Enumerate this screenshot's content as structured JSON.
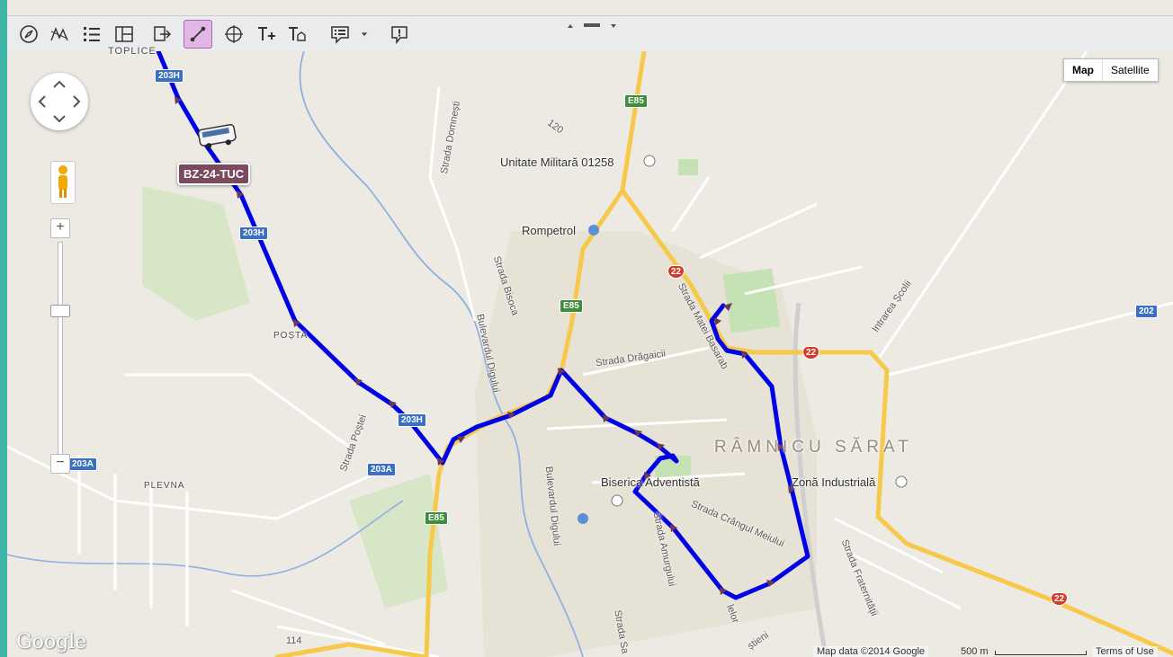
{
  "toolbar": {
    "buttons": [
      {
        "icon": "compass-icon"
      },
      {
        "icon": "route-graph-icon"
      },
      {
        "icon": "list-icon"
      },
      {
        "icon": "layout-icon"
      },
      {
        "icon": "export-icon"
      },
      {
        "icon": "draw-route-icon",
        "active": true
      },
      {
        "icon": "crosshair-icon"
      },
      {
        "icon": "text-add-icon"
      },
      {
        "icon": "text-shape-icon"
      },
      {
        "icon": "message-list-icon"
      },
      {
        "icon": "dropdown-arrow-icon"
      },
      {
        "icon": "alert-message-icon"
      }
    ],
    "active_color": "#e2b7e6"
  },
  "map_type": {
    "map": "Map",
    "satellite": "Satellite",
    "selected": "Map"
  },
  "vehicle": {
    "label": "BZ-24-TUC"
  },
  "places": {
    "city": "RÂMNICU SĂRAT",
    "military_unit": "Unitate Militară 01258",
    "rompetrol": "Rompetrol",
    "church": "Biserica Adventistă",
    "industrial": "Zonă Industrială",
    "plevna": "PLEVNA",
    "posta": "POȘTA",
    "topliceni": "TOPLICE"
  },
  "streets": {
    "domnesti": "Strada Domnești",
    "bisoca": "Strada Bisoca",
    "digului1": "Bulevardul Digului",
    "digului2": "Bulevardul Digului",
    "dragaicii": "Strada Drăgaicii",
    "matei": "Strada Matei Basarab",
    "crangul": "Strada Crângul Meiului",
    "amurgului": "Strada Amurgului",
    "postei": "Strada Poștei",
    "fraternitatii": "Strada Fraternității",
    "scolii": "Intrarea Școlii",
    "sa": "Strada Sa",
    "stieni": "știeni",
    "lelor": "lelor",
    "n120": "120",
    "n114": "114"
  },
  "shields": {
    "e85a": "E85",
    "e85b": "E85",
    "e85c": "E85",
    "r22a": "22",
    "r22b": "22",
    "r22c": "22",
    "r202": "202",
    "r203a": "203A",
    "r203a2": "203A",
    "r203h1": "203H",
    "r203h2": "203H",
    "r203h3": "203H"
  },
  "footer": {
    "map_data": "Map data ©2014 Google",
    "scale": "500 m",
    "terms": "Terms of Use",
    "logo": "Google"
  },
  "colors": {
    "route": "#0000e6",
    "road_major": "#f7c94b",
    "map_bg": "#eceae3",
    "river": "#8fb0e0",
    "vehicle_label_bg": "#7b4a5e"
  }
}
